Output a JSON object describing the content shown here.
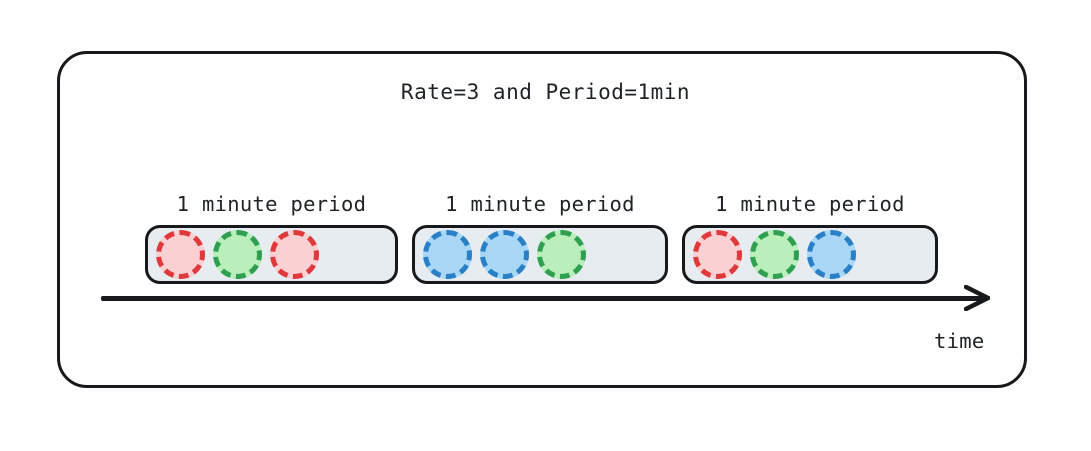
{
  "diagram": {
    "title": "Rate=3 and Period=1min",
    "time_axis": {
      "label": "time",
      "arrow_icon": "arrow-right-icon"
    },
    "colors": {
      "red_fill": "#fbd0d3",
      "red_stroke": "#e0393c",
      "green_fill": "#baeebb",
      "green_stroke": "#2f9f50",
      "blue_fill": "#a9d7f6",
      "blue_stroke": "#2a80c6",
      "window_fill": "#e7ecf1",
      "outline": "#17191c",
      "background": "#ffffff"
    },
    "periods": [
      {
        "label": "1 minute period",
        "capacity": 3,
        "requests": [
          {
            "color": "red"
          },
          {
            "color": "green"
          },
          {
            "color": "red"
          }
        ]
      },
      {
        "label": "1 minute period",
        "capacity": 3,
        "requests": [
          {
            "color": "blue"
          },
          {
            "color": "blue"
          },
          {
            "color": "green"
          }
        ]
      },
      {
        "label": "1 minute period",
        "capacity": 3,
        "requests": [
          {
            "color": "red"
          },
          {
            "color": "green"
          },
          {
            "color": "blue"
          }
        ]
      }
    ]
  }
}
